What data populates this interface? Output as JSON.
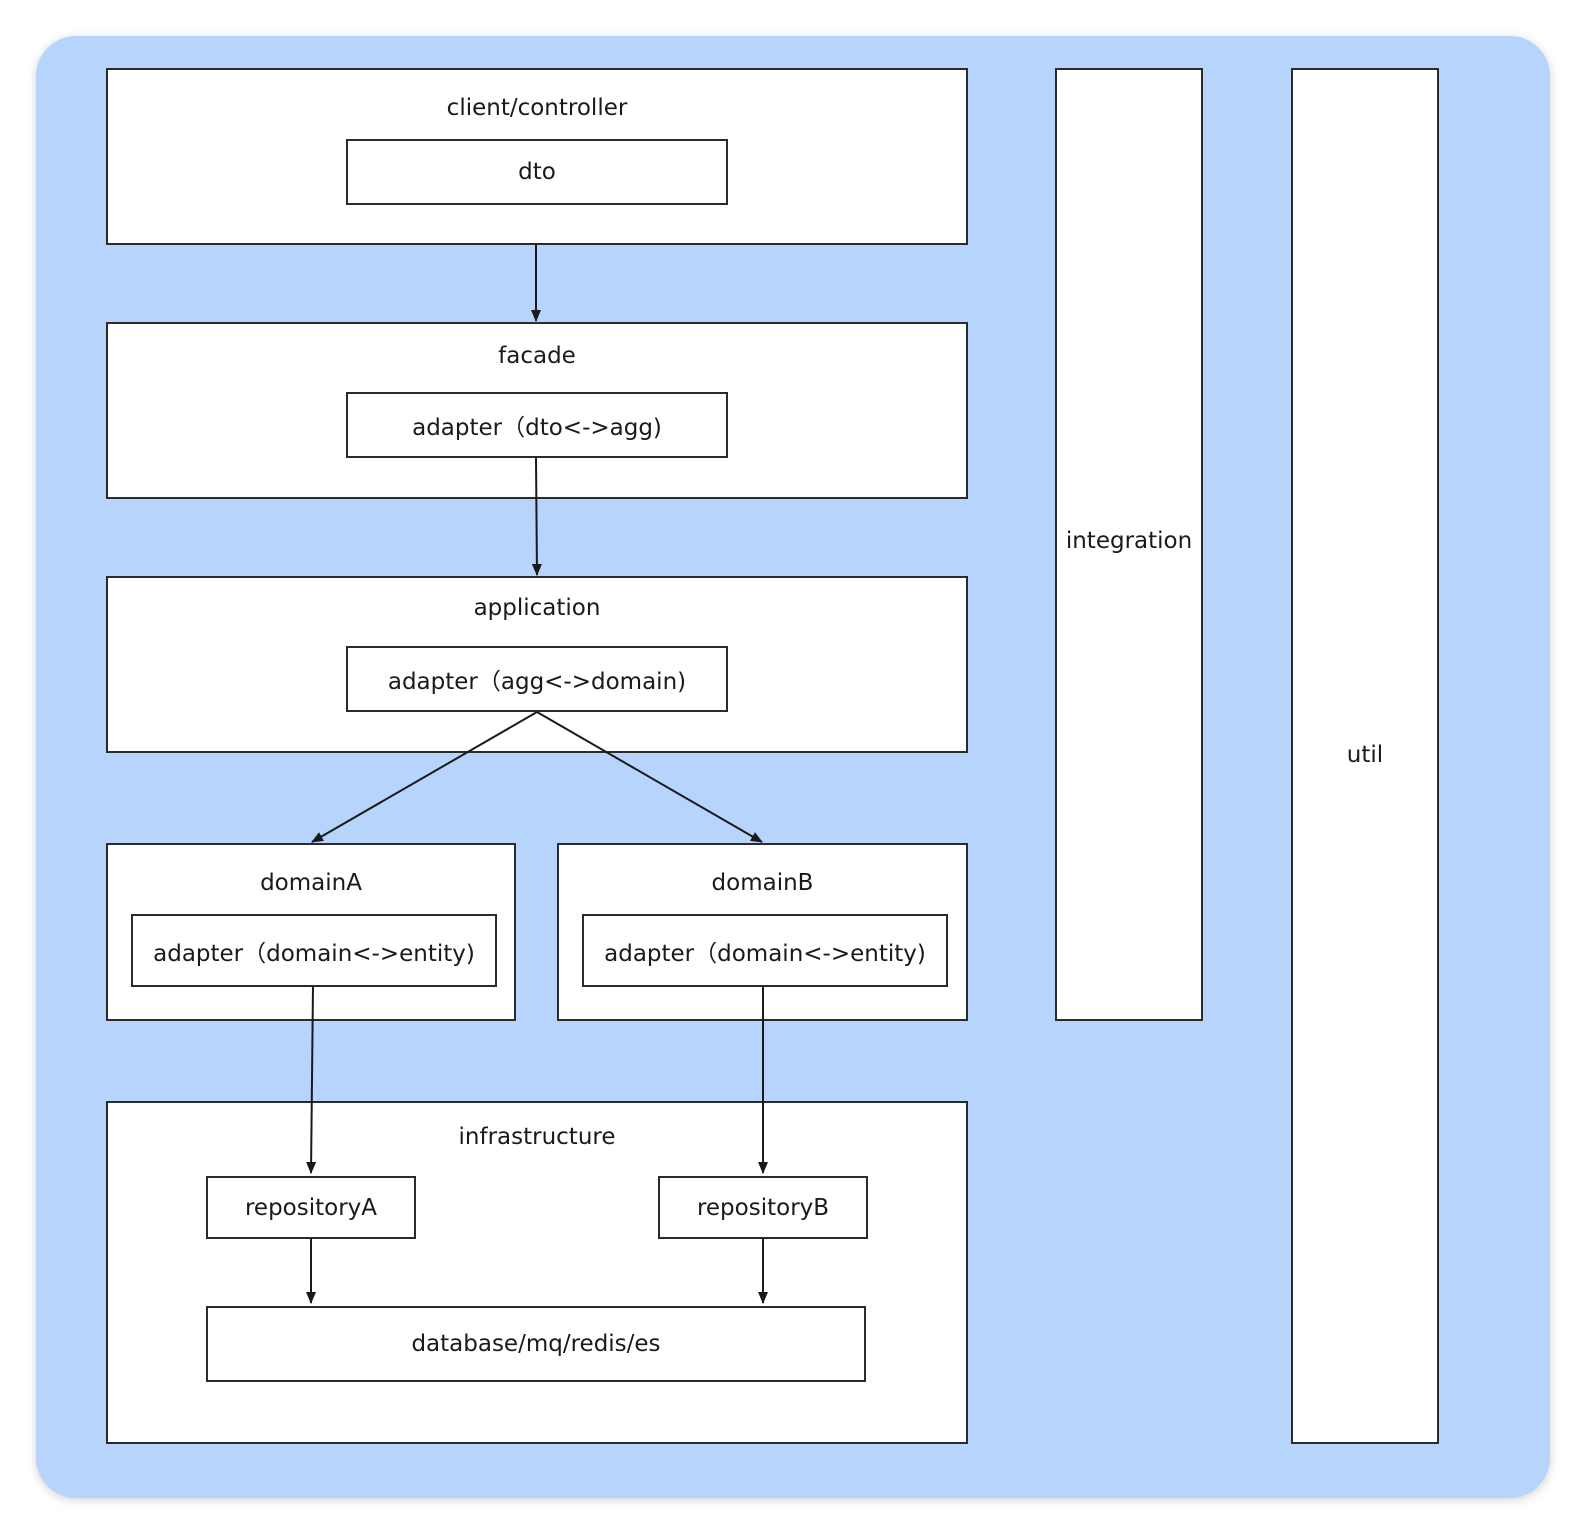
{
  "layers": {
    "client": {
      "title": "client/controller",
      "inner": "dto"
    },
    "facade": {
      "title": "facade",
      "inner": "adapter（dto<->agg)"
    },
    "application": {
      "title": "application",
      "inner": "adapter（agg<->domain)"
    },
    "domainA": {
      "title": "domainA",
      "inner": "adapter（domain<->entity)"
    },
    "domainB": {
      "title": "domainB",
      "inner": "adapter（domain<->entity)"
    },
    "infrastructure": {
      "title": "infrastructure",
      "repoA": "repositoryA",
      "repoB": "repositoryB",
      "storage": "database/mq/redis/es"
    }
  },
  "side": {
    "integration": "integration",
    "util": "util"
  },
  "colors": {
    "panel": "#b7d4fc",
    "box": "#ffffff",
    "stroke": "#2b2b2b"
  }
}
